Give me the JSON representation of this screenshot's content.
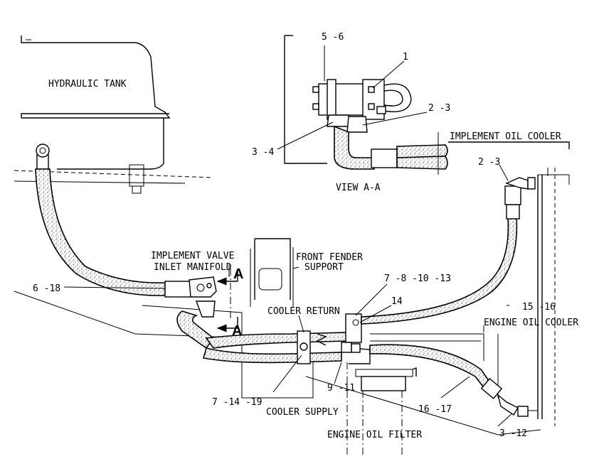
{
  "labels": {
    "hydraulic_tank": "HYDRAULIC TANK",
    "callout_5_6": "5 -6",
    "callout_1": "1",
    "callout_2_3_top": "2 -3",
    "callout_3_4": "3 -4",
    "view_aa": "VIEW A-A",
    "implement_oil_cooler": "IMPLEMENT OIL COOLER",
    "callout_2_3_right": "2 -3",
    "implement_valve_line1": "IMPLEMENT VALVE",
    "implement_valve_line2": "INLET MANIFOLD",
    "front_fender_line1": "FRONT FENDER",
    "front_fender_line2": "SUPPORT",
    "section_a_upper": "A",
    "section_a_lower": "A",
    "callout_6_18": "6 -18",
    "callout_7_8_10_13": "7 -8 -10 -13",
    "callout_14": "14",
    "cooler_return": "COOLER RETURN",
    "callout_15_16": "15 -16",
    "engine_oil_cooler": "ENGINE OIL COOLER",
    "callout_9_11": "9 -11",
    "callout_7_14_19": "7 -14 -19",
    "callout_16_17": "16 -17",
    "cooler_supply": "COOLER SUPPLY",
    "engine_oil_filter": "ENGINE OIL FILTER",
    "callout_3_12": "3 -12"
  }
}
